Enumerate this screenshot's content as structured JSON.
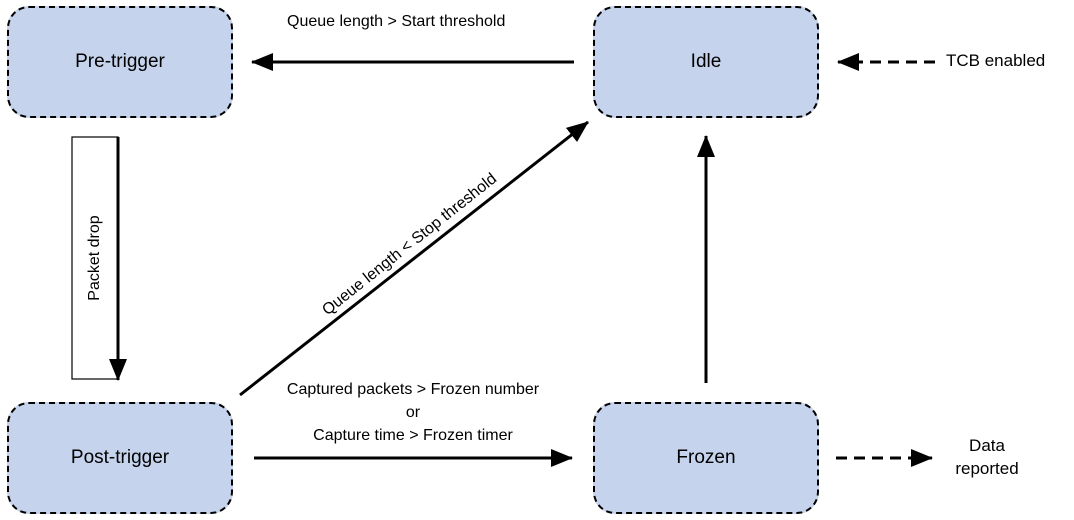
{
  "states": {
    "pre_trigger": "Pre-trigger",
    "idle": "Idle",
    "post_trigger": "Post-trigger",
    "frozen": "Frozen"
  },
  "labels": {
    "start_condition": "Queue length > Start threshold",
    "stop_condition": "Queue length < Stop threshold",
    "packet_drop": "Packet drop",
    "freeze_line1": "Captured packets > Frozen number",
    "freeze_or": "or",
    "freeze_line2": "Capture time > Frozen timer",
    "tcb_enabled": "TCB enabled",
    "data_line1": "Data",
    "data_line2": "reported"
  }
}
